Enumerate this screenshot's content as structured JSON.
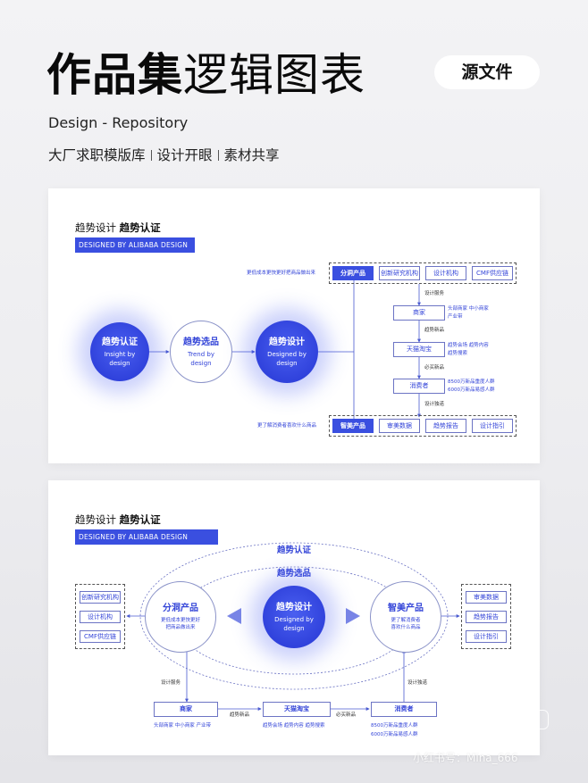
{
  "header": {
    "title_bold": "作品集",
    "title_light": "逻辑图表",
    "source_button": "源文件",
    "subtitle_en": "Design  - Repository",
    "subtitle_cn": [
      "大厂求职模版库",
      "设计开眼",
      "素材共享"
    ]
  },
  "card1": {
    "title_light": "趋势设计 ",
    "title_bold": "趋势认证",
    "tag": "DESIGNED BY ALIBABA DESIGN",
    "circles": [
      {
        "head": "趋势认证",
        "sub1": "Insight by",
        "sub2": "design"
      },
      {
        "head": "趋势选品",
        "sub1": "Trend by",
        "sub2": "design"
      },
      {
        "head": "趋势设计",
        "sub1": "Designed by",
        "sub2": "design"
      }
    ],
    "top_note": "更低成本更快更好把商品做出来",
    "bottom_note": "更了解消费者喜欢什么商品",
    "top_label": "分洞产品",
    "top_items": [
      "创新研究机构",
      "设计机构",
      "CMF供应链"
    ],
    "bottom_label": "智美产品",
    "bottom_items": [
      "审美数据",
      "趋势报告",
      "设计指引"
    ],
    "flow": [
      {
        "node": "商家",
        "notes": [
          "头部商家  中小商家",
          "产业带"
        ]
      },
      {
        "node": "天猫淘宝",
        "notes": [
          "趋势会场  趋势内容",
          "趋势搜索"
        ]
      },
      {
        "node": "消费者",
        "notes": [
          "8500万新品重度人群",
          "6000万新品易感人群"
        ]
      }
    ],
    "flow_edges": [
      "设计服务",
      "趋势新品",
      "必买新品",
      "设计独诺"
    ]
  },
  "card2": {
    "title_light": "趋势设计 ",
    "title_bold": "趋势认证",
    "tag": "DESIGNED BY ALIBABA DESIGN",
    "ring_outer": "趋势认证",
    "ring_inner": "趋势选品",
    "center": {
      "head": "趋势设计",
      "sub1": "Designed by",
      "sub2": "design"
    },
    "left": {
      "head": "分洞产品",
      "note1": "更低成本更快更好",
      "note2": "把商品做出来"
    },
    "right": {
      "head": "智美产品",
      "note1": "更了解消费者",
      "note2": "喜欢什么商品"
    },
    "left_items": [
      "创新研究机构",
      "设计机构",
      "CMF供应链"
    ],
    "right_items": [
      "审美数据",
      "趋势报告",
      "设计指引"
    ],
    "bottom_nodes": [
      "商家",
      "天猫淘宝",
      "消费者"
    ],
    "bottom_notes": [
      "头部商家  中小商家  产业带",
      "趋势会场  趋势内容  趋势搜索",
      "8500万新品重度人群",
      "6000万新品易感人群"
    ],
    "edges": [
      "设计服务",
      "趋势新品",
      "必买新品",
      "设计独诺"
    ]
  },
  "watermark": {
    "logo": "小红书",
    "account": "小红书号：Mina_666"
  }
}
